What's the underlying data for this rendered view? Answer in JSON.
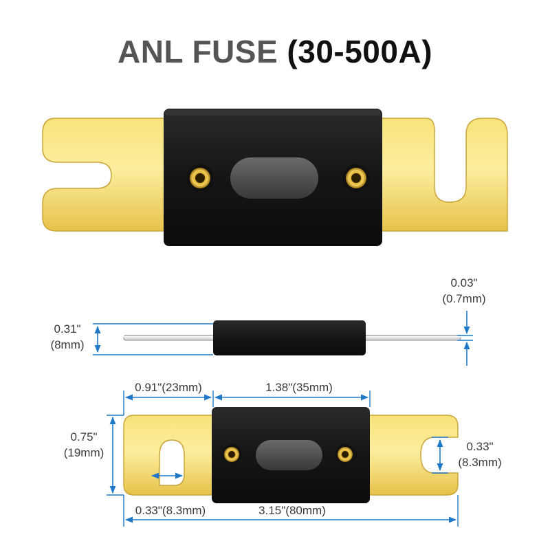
{
  "title": {
    "main": "ANL FUSE",
    "sub": "(30-500A)"
  },
  "colors": {
    "gold": "#f3d35c",
    "gold_light": "#fbeb96",
    "body": "#1a1a1a",
    "dimension": "#1f78c8",
    "text": "#3a3a3a"
  },
  "dimensions": {
    "blade_thickness": {
      "inch": "0.03\"",
      "mm": "(0.7mm)"
    },
    "body_thickness": {
      "inch": "0.31\"",
      "mm": "(8mm)"
    },
    "blade_length": {
      "text": "0.91\"(23mm)"
    },
    "body_length": {
      "text": "1.38\"(35mm)"
    },
    "height": {
      "inch": "0.75\"",
      "mm": "(19mm)"
    },
    "slot_width_right": {
      "inch": "0.33\"",
      "mm": "(8.3mm)"
    },
    "slot_width_left": {
      "text": "0.33\"(8.3mm)"
    },
    "total_length": {
      "text": "3.15\"(80mm)"
    }
  }
}
